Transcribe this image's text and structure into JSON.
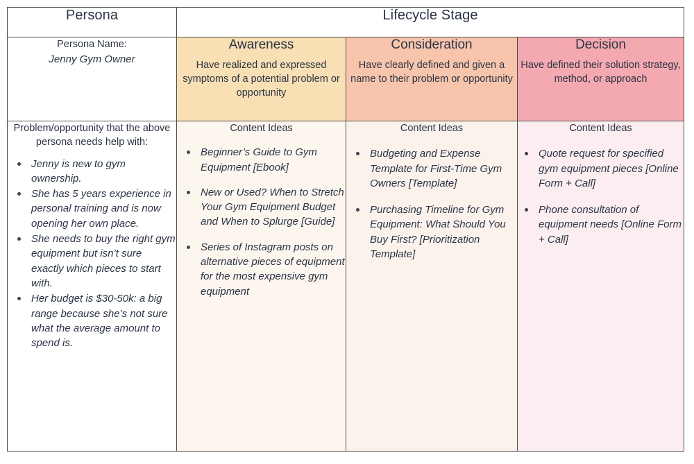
{
  "headers": {
    "persona": "Persona",
    "lifecycle": "Lifecycle Stage"
  },
  "stages": [
    {
      "name": "Awareness",
      "description": "Have realized and expressed symptoms of a potential problem or opportunity",
      "header_color": "#f8dfb4",
      "body_color": "#fdf6ef"
    },
    {
      "name": "Consideration",
      "description": "Have clearly defined and given a name to their problem or opportunity",
      "header_color": "#f7c5ac",
      "body_color": "#fbf2ec"
    },
    {
      "name": "Decision",
      "description": "Have defined their solution strategy, method, or approach",
      "header_color": "#f4a9b0",
      "body_color": "#fceef0"
    }
  ],
  "persona": {
    "label": "Persona Name:",
    "name": "Jenny Gym Owner"
  },
  "problem": {
    "heading": "Problem/opportunity that the above persona needs help with:",
    "bullets": [
      "Jenny is new to gym ownership.",
      "She has 5 years experience in personal training and is now opening her own place.",
      "She needs to buy the right gym equipment but isn’t sure exactly which pieces to start with.",
      "Her budget is $30-50k: a big range because she’s not sure what the average amount to spend is."
    ]
  },
  "content_ideas": {
    "heading": "Content Ideas",
    "awareness": [
      "Beginner’s Guide to Gym Equipment [Ebook]",
      "New or Used? When to Stretch Your Gym Equipment Budget and When to Splurge [Guide]",
      "Series of Instagram posts on alternative pieces of equipment for the most expensive gym equipment"
    ],
    "consideration": [
      "Budgeting and Expense Template for First-Time Gym Owners [Template]",
      "Purchasing Timeline for Gym Equipment: What Should You Buy First? [Prioritization Template]"
    ],
    "decision": [
      "Quote request for specified gym equipment pieces [Online Form + Call]",
      "Phone consultation of equipment needs [Online Form + Call]"
    ]
  },
  "colors": {
    "text": "#2b3445",
    "border": "#4a4a4a",
    "bullet": "#3b4559"
  }
}
